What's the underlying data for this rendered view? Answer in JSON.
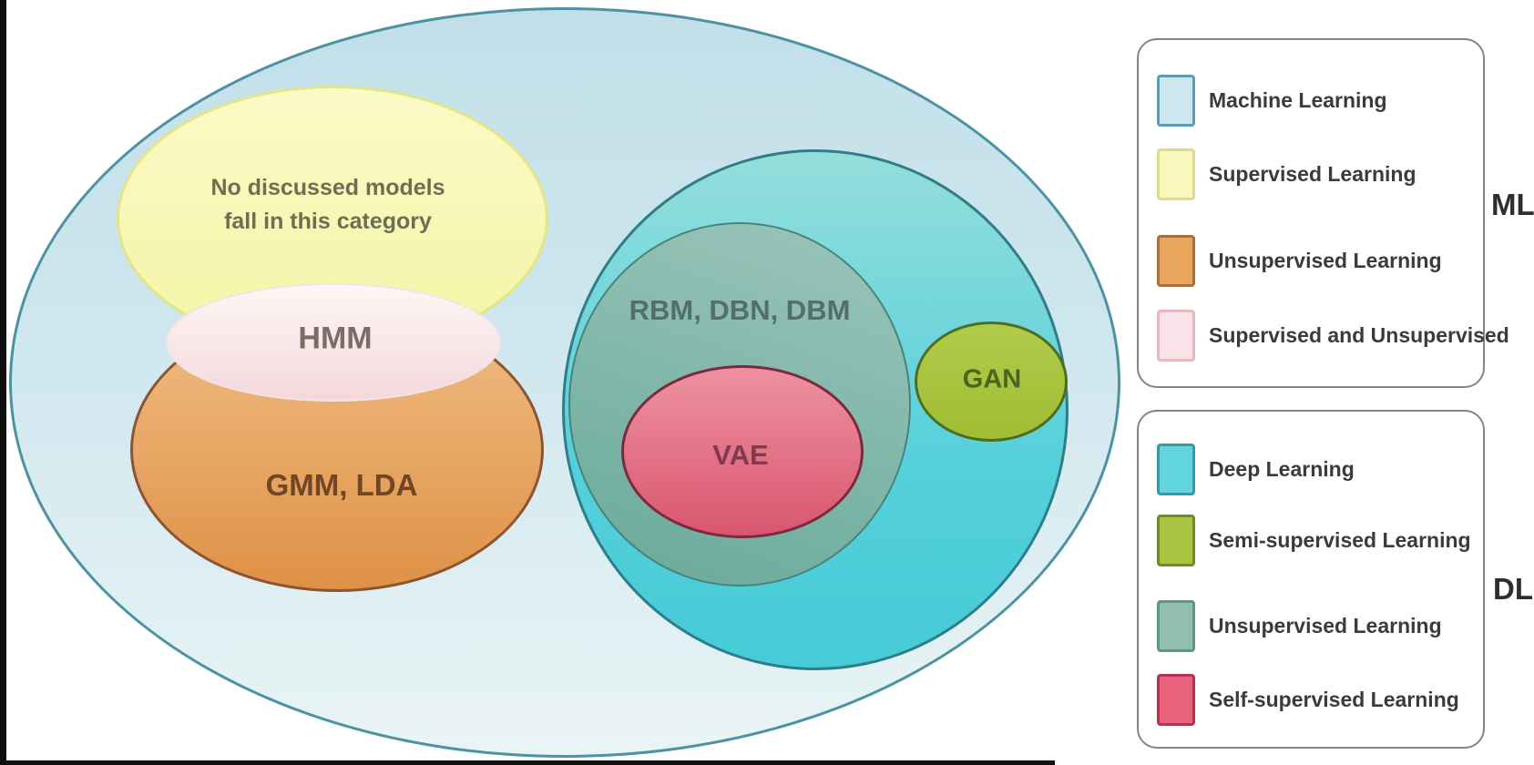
{
  "diagram": {
    "labels": {
      "supervised_note_line1": "No discussed models",
      "supervised_note_line2": "fall in this category",
      "hmm": "HMM",
      "gmm_lda": "GMM, LDA",
      "rbm_dbn_dbm": "RBM, DBN, DBM",
      "vae": "VAE",
      "gan": "GAN"
    },
    "structure": {
      "outer_set": "Machine Learning",
      "outer_contains": [
        "Supervised Learning",
        "Unsupervised Learning",
        "Supervised and Unsupervised",
        "Deep Learning"
      ],
      "deep_learning_contains": [
        "Unsupervised Learning (RBM, DBN, DBM)",
        "Self-supervised Learning (VAE)",
        "Semi-supervised Learning (GAN)"
      ]
    },
    "colors": {
      "machine_learning_fill": "#cde6ef",
      "machine_learning_border": "#4b93a3",
      "supervised_fill": "#f7f7b3",
      "supervised_border": "#e4e489",
      "unsupervised_fill": "#e8a660",
      "unsupervised_border": "#8a5531",
      "supervised_and_unsupervised_fill": "#f8e2e6",
      "deep_learning_fill": "#5fd2da",
      "deep_learning_border": "#2e7d88",
      "dl_unsupervised_fill": "#7fb2a4",
      "dl_unsupervised_border": "#47847a",
      "self_supervised_fill": "#e27084",
      "self_supervised_border": "#7c2940",
      "semi_supervised_fill": "#a8c340",
      "semi_supervised_border": "#4d6e20"
    }
  },
  "legend_ml": {
    "side_label": "ML",
    "items": [
      {
        "label": "Machine Learning",
        "fill": "#cfe7f0",
        "border": "#5b9cb0"
      },
      {
        "label": "Supervised Learning",
        "fill": "#f8f8bc",
        "border": "#dedc8a"
      },
      {
        "label": "Unsupervised Learning",
        "fill": "#e9a55b",
        "border": "#a5703d"
      },
      {
        "label": "Supervised and Unsupervised",
        "fill": "#f9e3e8",
        "border": "#e5b9c2"
      }
    ]
  },
  "legend_dl": {
    "side_label": "DL",
    "items": [
      {
        "label": "Deep Learning",
        "fill": "#63d5de",
        "border": "#3a98a3"
      },
      {
        "label": "Semi-supervised Learning",
        "fill": "#a9c440",
        "border": "#6e8c28"
      },
      {
        "label": "Unsupervised Learning",
        "fill": "#93bfb2",
        "border": "#5d978a"
      },
      {
        "label": "Self-supervised Learning",
        "fill": "#e9637d",
        "border": "#b03553"
      }
    ]
  }
}
